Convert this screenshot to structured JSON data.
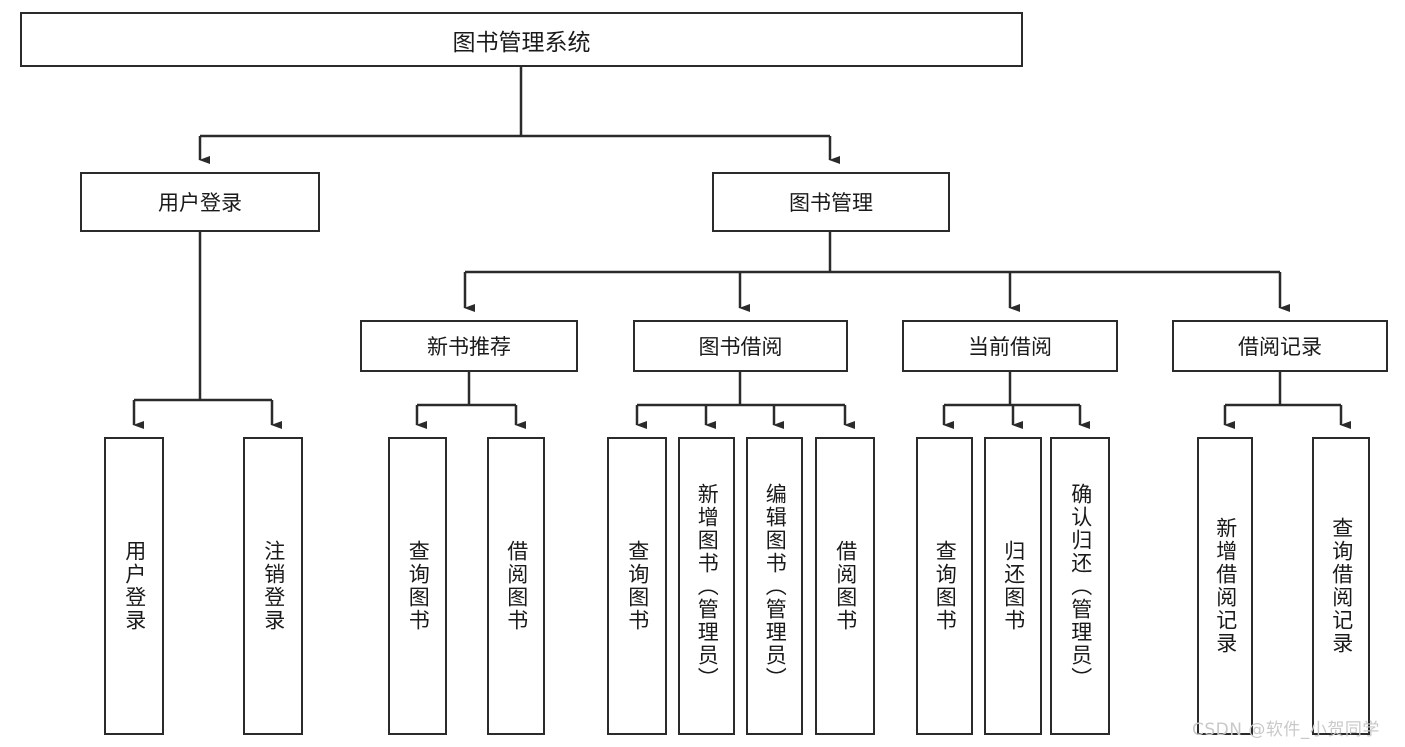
{
  "diagram": {
    "title": "图书管理系统",
    "type": "hierarchy-tree",
    "root": {
      "label": "图书管理系统"
    },
    "level2": [
      {
        "label": "用户登录"
      },
      {
        "label": "图书管理"
      }
    ],
    "level3": [
      {
        "label": "新书推荐"
      },
      {
        "label": "图书借阅"
      },
      {
        "label": "当前借阅"
      },
      {
        "label": "借阅记录"
      }
    ],
    "leaves": [
      {
        "label": "用户登录",
        "parent": "用户登录"
      },
      {
        "label": "注销登录",
        "parent": "用户登录"
      },
      {
        "label": "查询图书",
        "parent": "新书推荐"
      },
      {
        "label": "借阅图书",
        "parent": "新书推荐"
      },
      {
        "label": "查询图书",
        "parent": "图书借阅"
      },
      {
        "label": "新增图书（管理员）",
        "parent": "图书借阅"
      },
      {
        "label": "编辑图书（管理员）",
        "parent": "图书借阅"
      },
      {
        "label": "借阅图书",
        "parent": "图书借阅"
      },
      {
        "label": "查询图书",
        "parent": "当前借阅"
      },
      {
        "label": "归还图书",
        "parent": "当前借阅"
      },
      {
        "label": "确认归还（管理员）",
        "parent": "当前借阅"
      },
      {
        "label": "新增借阅记录",
        "parent": "借阅记录"
      },
      {
        "label": "查询借阅记录",
        "parent": "借阅记录"
      }
    ],
    "watermark": "CSDN @软件_小贺同学",
    "colors": {
      "border": "#2b2b2b",
      "background": "#ffffff",
      "text": "#1a1a1a",
      "watermark": "#c9c9c9"
    }
  }
}
